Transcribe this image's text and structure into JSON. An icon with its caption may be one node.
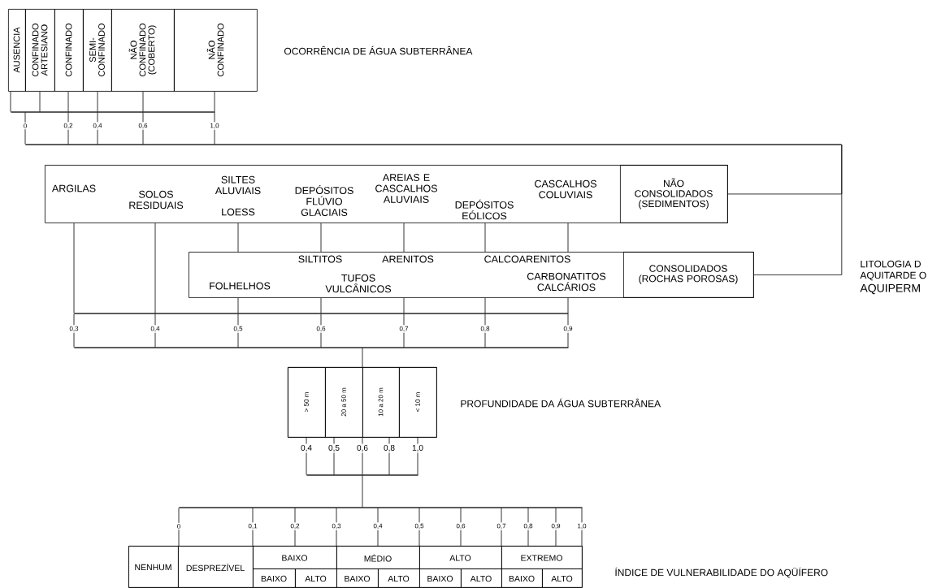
{
  "diagram": {
    "nodes": [
      {
        "text": [
          "AUSENCIA"
        ]
      },
      {
        "text": [
          "CONFINADO ARTESIANO"
        ]
      },
      {
        "text": [
          "CONFINADO"
        ]
      },
      {
        "text": [
          "SEMI- CONFINADO"
        ]
      },
      {
        "text": [
          "NÃO CONFINADO (COBERTO)"
        ]
      },
      {
        "text": [
          "NÃO CONFINADO"
        ]
      },
      {
        "text": [],
        "shape": "bar"
      },
      {
        "text": [
          "0"
        ]
      },
      {
        "text": [
          "0,2"
        ]
      },
      {
        "text": [
          "0,4"
        ]
      },
      {
        "text": [
          "0,6"
        ]
      },
      {
        "text": [
          "1,0"
        ]
      },
      {
        "text": [],
        "shape": "bar"
      },
      {
        "text": [
          "ARGILAS",
          "SOLOS RESIDUAIS",
          "SILTES ALUVIAIS",
          "LOESS",
          "DEPÓSITOS FLÚVIO GLACIAIS",
          "AREIAS E CASCALHOS ALUVIAIS",
          "DEPÓSITOS EÓLICOS",
          "CASCALHOS COLUVIAIS"
        ]
      },
      {
        "text": [
          "NÃO CONSOLIDADOS (SEDIMENTOS)"
        ],
        "in": 13
      },
      {
        "text": [
          "SILTITOS",
          "ARENITOS",
          "CALCOARENITOS",
          "FOLHELHOS",
          "TUFOS VULCÂNICOS",
          "CARBONATITOS CALCÁRIOS"
        ]
      },
      {
        "text": [
          "CONSOLIDADOS (ROCHAS POROSAS)"
        ],
        "in": 15
      },
      {
        "text": [],
        "shape": "bar"
      },
      {
        "text": [
          "0,3"
        ]
      },
      {
        "text": [
          "0,4"
        ]
      },
      {
        "text": [
          "0,5"
        ]
      },
      {
        "text": [
          "0,6"
        ]
      },
      {
        "text": [
          "0,7"
        ]
      },
      {
        "text": [
          "0,8"
        ]
      },
      {
        "text": [
          "0,9"
        ]
      },
      {
        "text": [],
        "shape": "bar"
      },
      {
        "text": [],
        "shape": "box"
      },
      {
        "text": [
          "> 50 m"
        ],
        "in": 26
      },
      {
        "text": [
          "20 a 50 m"
        ],
        "in": 26
      },
      {
        "text": [
          "10 a 20 m"
        ],
        "in": 26
      },
      {
        "text": [
          "< 10 m"
        ],
        "in": 26
      },
      {
        "text": [
          "0,4"
        ]
      },
      {
        "text": [
          "0,5"
        ]
      },
      {
        "text": [
          "0,6"
        ]
      },
      {
        "text": [
          "0,8"
        ]
      },
      {
        "text": [
          "1,0"
        ]
      },
      {
        "text": [],
        "shape": "bar"
      },
      {
        "text": [],
        "shape": "bar"
      },
      {
        "text": [
          "0"
        ]
      },
      {
        "text": [
          "0,1"
        ]
      },
      {
        "text": [
          "0,2"
        ]
      },
      {
        "text": [
          "0,3"
        ]
      },
      {
        "text": [
          "0,4"
        ]
      },
      {
        "text": [
          "0,5"
        ]
      },
      {
        "text": [
          "0,6"
        ]
      },
      {
        "text": [
          "0,7"
        ]
      },
      {
        "text": [
          "0,8"
        ]
      },
      {
        "text": [
          "0,9"
        ]
      },
      {
        "text": [
          "1,0"
        ]
      },
      {
        "text": [],
        "shape": "box"
      },
      {
        "text": [
          "NENHUM"
        ],
        "in": 49
      },
      {
        "text": [
          "DESPREZÍVEL"
        ],
        "in": 49
      },
      {
        "text": [
          "BAIXO"
        ],
        "in": 49
      },
      {
        "text": [
          "MÉDIO"
        ],
        "in": 49
      },
      {
        "text": [
          "ALTO"
        ],
        "in": 49
      },
      {
        "text": [
          "EXTREMO"
        ],
        "in": 49
      },
      {
        "text": [
          "BAIXO"
        ],
        "in": 49
      },
      {
        "text": [
          "ALTO"
        ],
        "in": 49
      },
      {
        "text": [
          "BAIXO"
        ],
        "in": 49
      },
      {
        "text": [
          "ALTO"
        ],
        "in": 49
      },
      {
        "text": [
          "BAIXO"
        ],
        "in": 49
      },
      {
        "text": [
          "ALTO"
        ],
        "in": 49
      },
      {
        "text": [
          "BAIXO"
        ],
        "in": 49
      },
      {
        "text": [
          "ALTO"
        ],
        "in": 49
      }
    ],
    "edges": [
      {
        "from": 0,
        "to": 6,
        "arrow": "none"
      },
      {
        "from": 1,
        "to": 6,
        "arrow": "none"
      },
      {
        "from": 2,
        "to": 6,
        "arrow": "none"
      },
      {
        "from": 3,
        "to": 6,
        "arrow": "none"
      },
      {
        "from": 4,
        "to": 6,
        "arrow": "none"
      },
      {
        "from": 5,
        "to": 6,
        "arrow": "none"
      },
      {
        "from": 6,
        "to": 7,
        "arrow": "none"
      },
      {
        "from": 6,
        "to": 8,
        "arrow": "none"
      },
      {
        "from": 6,
        "to": 9,
        "arrow": "none"
      },
      {
        "from": 6,
        "to": 10,
        "arrow": "none"
      },
      {
        "from": 6,
        "to": 11,
        "arrow": "none"
      },
      {
        "from": 7,
        "to": 12,
        "arrow": "none"
      },
      {
        "from": 8,
        "to": 12,
        "arrow": "none"
      },
      {
        "from": 9,
        "to": 12,
        "arrow": "none"
      },
      {
        "from": 10,
        "to": 12,
        "arrow": "none"
      },
      {
        "from": 11,
        "to": 12,
        "arrow": "none"
      },
      {
        "from": 12,
        "to": 14,
        "arrow": "none"
      },
      {
        "from": 12,
        "to": 16,
        "arrow": "none"
      },
      {
        "from": 13,
        "to": 17,
        "arrow": "none"
      },
      {
        "from": 13,
        "to": 17,
        "arrow": "none"
      },
      {
        "from": 13,
        "to": 15,
        "arrow": "none"
      },
      {
        "from": 13,
        "to": 15,
        "arrow": "none"
      },
      {
        "from": 13,
        "to": 15,
        "arrow": "none"
      },
      {
        "from": 13,
        "to": 15,
        "arrow": "none"
      },
      {
        "from": 13,
        "to": 15,
        "arrow": "none"
      },
      {
        "from": 15,
        "to": 17,
        "arrow": "none"
      },
      {
        "from": 15,
        "to": 17,
        "arrow": "none"
      },
      {
        "from": 15,
        "to": 17,
        "arrow": "none"
      },
      {
        "from": 15,
        "to": 17,
        "arrow": "none"
      },
      {
        "from": 15,
        "to": 17,
        "arrow": "none"
      },
      {
        "from": 17,
        "to": 18,
        "arrow": "none"
      },
      {
        "from": 17,
        "to": 19,
        "arrow": "none"
      },
      {
        "from": 17,
        "to": 20,
        "arrow": "none"
      },
      {
        "from": 17,
        "to": 21,
        "arrow": "none"
      },
      {
        "from": 17,
        "to": 22,
        "arrow": "none"
      },
      {
        "from": 17,
        "to": 23,
        "arrow": "none"
      },
      {
        "from": 17,
        "to": 24,
        "arrow": "none"
      },
      {
        "from": 18,
        "to": 25,
        "arrow": "none"
      },
      {
        "from": 19,
        "to": 25,
        "arrow": "none"
      },
      {
        "from": 20,
        "to": 25,
        "arrow": "none"
      },
      {
        "from": 21,
        "to": 25,
        "arrow": "none"
      },
      {
        "from": 22,
        "to": 25,
        "arrow": "none"
      },
      {
        "from": 23,
        "to": 25,
        "arrow": "none"
      },
      {
        "from": 24,
        "to": 25,
        "arrow": "none"
      },
      {
        "from": 25,
        "to": 26,
        "arrow": "none"
      },
      {
        "from": 26,
        "to": 31,
        "arrow": "none"
      },
      {
        "from": 26,
        "to": 32,
        "arrow": "none"
      },
      {
        "from": 26,
        "to": 33,
        "arrow": "none"
      },
      {
        "from": 26,
        "to": 34,
        "arrow": "none"
      },
      {
        "from": 26,
        "to": 35,
        "arrow": "none"
      },
      {
        "from": 31,
        "to": 36,
        "arrow": "none"
      },
      {
        "from": 32,
        "to": 36,
        "arrow": "none"
      },
      {
        "from": 33,
        "to": 36,
        "arrow": "none"
      },
      {
        "from": 34,
        "to": 36,
        "arrow": "none"
      },
      {
        "from": 35,
        "to": 36,
        "arrow": "none"
      },
      {
        "from": 36,
        "to": 37,
        "arrow": "none"
      },
      {
        "from": 37,
        "to": 38,
        "arrow": "none"
      },
      {
        "from": 37,
        "to": 39,
        "arrow": "none"
      },
      {
        "from": 37,
        "to": 40,
        "arrow": "none"
      },
      {
        "from": 37,
        "to": 41,
        "arrow": "none"
      },
      {
        "from": 37,
        "to": 42,
        "arrow": "none"
      },
      {
        "from": 37,
        "to": 43,
        "arrow": "none"
      },
      {
        "from": 37,
        "to": 44,
        "arrow": "none"
      },
      {
        "from": 37,
        "to": 45,
        "arrow": "none"
      },
      {
        "from": 37,
        "to": 46,
        "arrow": "none"
      },
      {
        "from": 37,
        "to": 47,
        "arrow": "none"
      },
      {
        "from": 37,
        "to": 48,
        "arrow": "none"
      },
      {
        "from": 38,
        "to": 49,
        "arrow": "none"
      },
      {
        "from": 39,
        "to": 49,
        "arrow": "none"
      },
      {
        "from": 40,
        "to": 49,
        "arrow": "none"
      },
      {
        "from": 41,
        "to": 49,
        "arrow": "none"
      },
      {
        "from": 42,
        "to": 49,
        "arrow": "none"
      },
      {
        "from": 43,
        "to": 49,
        "arrow": "none"
      },
      {
        "from": 44,
        "to": 49,
        "arrow": "none"
      },
      {
        "from": 45,
        "to": 49,
        "arrow": "none"
      },
      {
        "from": 46,
        "to": 49,
        "arrow": "none"
      },
      {
        "from": 47,
        "to": 49,
        "arrow": "none"
      },
      {
        "from": 48,
        "to": 49,
        "arrow": "none"
      }
    ],
    "labels": [
      "OCORRÊNCIA DE ÁGUA SUBTERRÂNEA",
      "LITOLOGIA D",
      "AQUITARDE O",
      "AQUIPERM",
      "PROFUNDIDADE DA ÁGUA SUBTERRÂNEA",
      "ÍNDICE DE VULNERABILIDADE DO AQÜÍFERO"
    ]
  }
}
